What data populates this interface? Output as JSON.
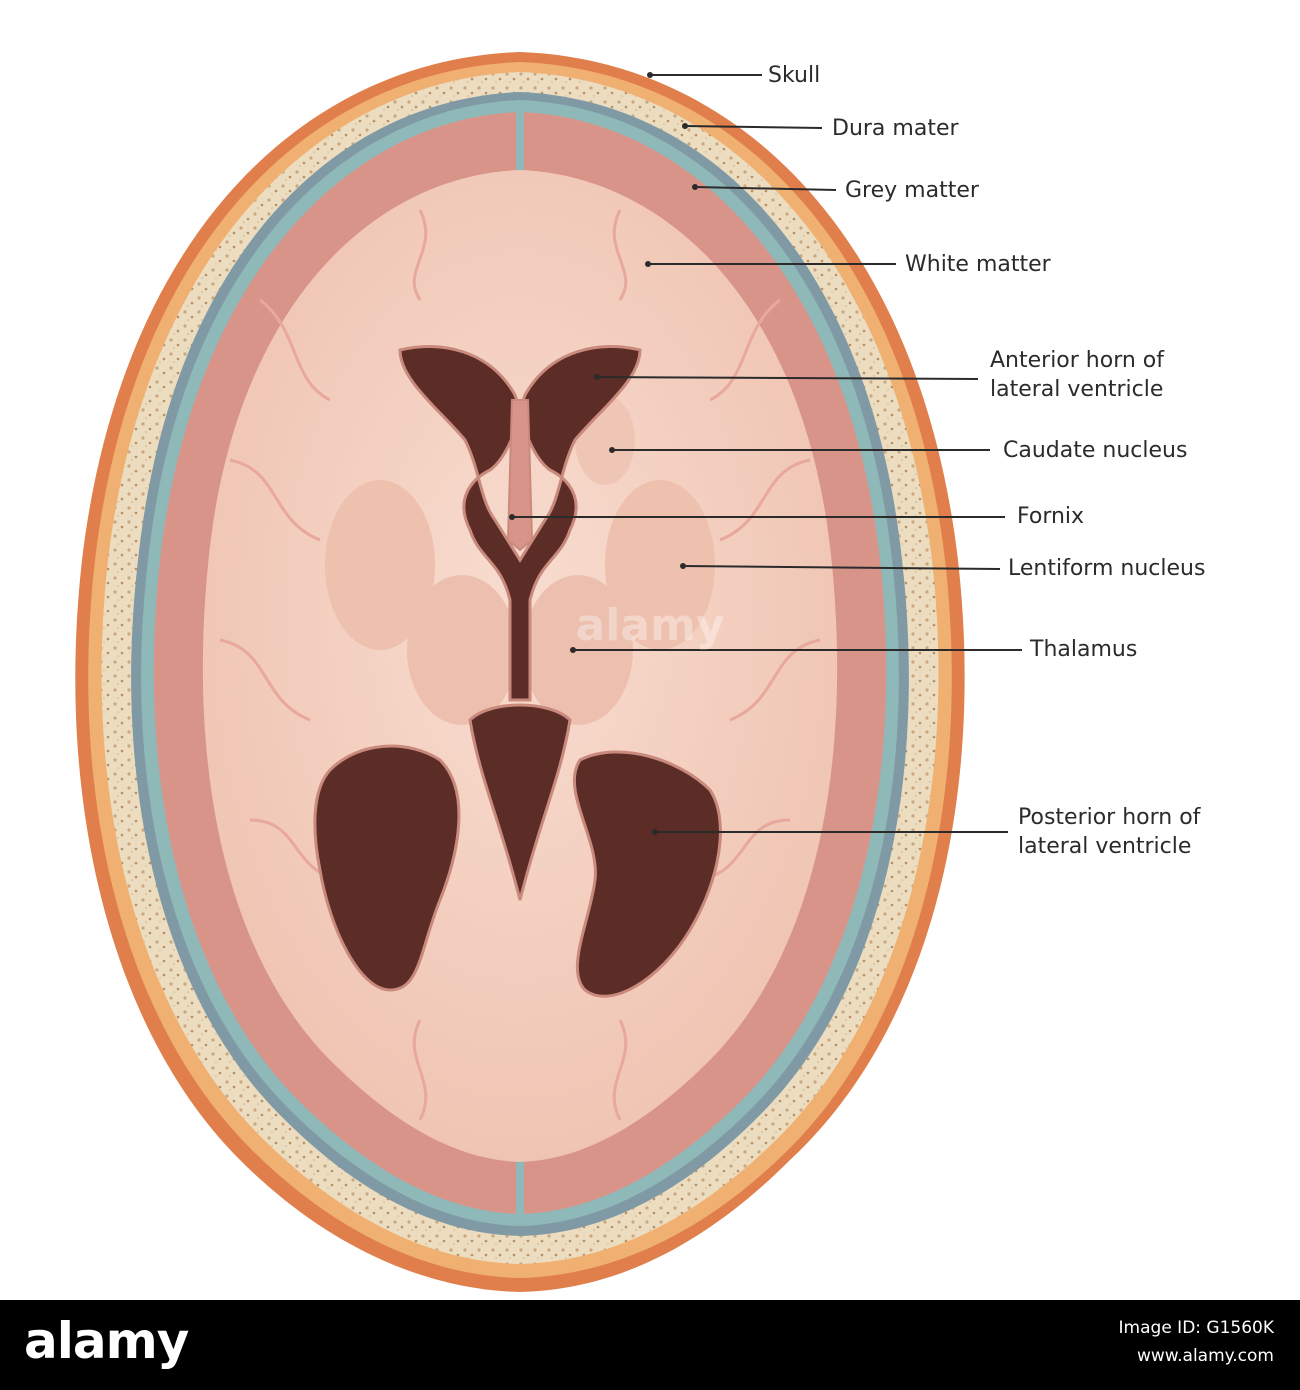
{
  "labels": {
    "skull": "Skull",
    "dura_mater": "Dura mater",
    "grey_matter": "Grey matter",
    "white_matter": "White matter",
    "anterior_horn_line1": "Anterior horn of",
    "anterior_horn_line2": "lateral ventricle",
    "caudate_nucleus": "Caudate nucleus",
    "fornix": "Fornix",
    "lentiform_nucleus": "Lentiform nucleus",
    "thalamus": "Thalamus",
    "posterior_horn_line1": "Posterior horn of",
    "posterior_horn_line2": "lateral ventricle"
  },
  "watermark": "alamy",
  "footer": {
    "logo": "alamy",
    "image_id": "Image ID: G1560K",
    "site": "www.alamy.com"
  },
  "colors": {
    "skull_outer": "#e07f4c",
    "bone": "#ecdcc0",
    "dura": "#7f9aa4",
    "csf": "#8fb8b8",
    "grey_matter": "#d9948a",
    "white_matter": "#f4d2c4",
    "ventricle": "#5c2c27",
    "leader_line": "#2b2b2b"
  }
}
